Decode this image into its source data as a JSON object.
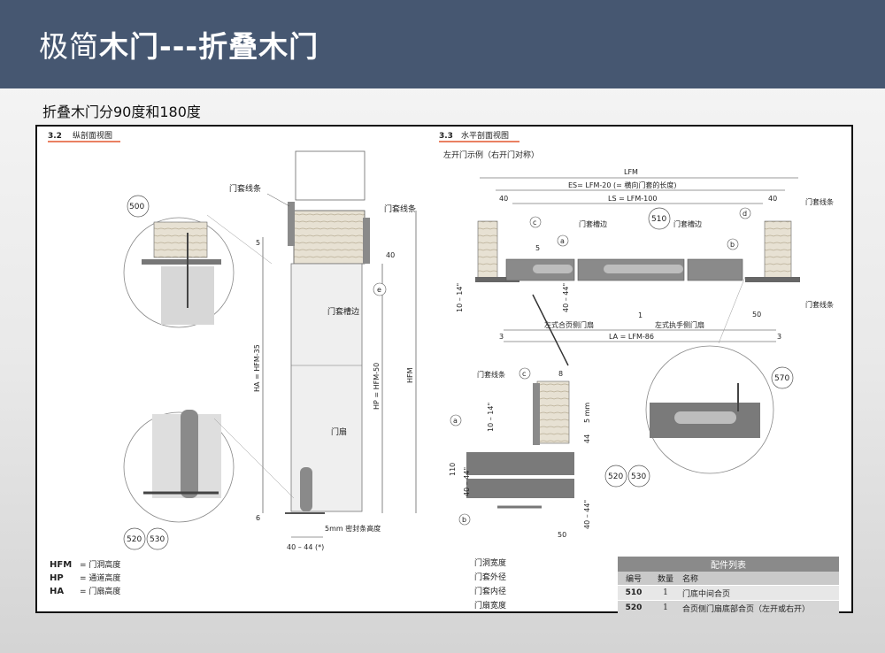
{
  "slide": {
    "title_light": "极简",
    "title_bold": "木门---折叠木门",
    "subtitle": "折叠木门分90度和180度"
  },
  "section_32": {
    "number": "3.2",
    "title": "纵剖面视图",
    "labels": {
      "door_trim_left": "门套线条",
      "door_trim_right": "门套线条",
      "door_frame_groove": "门套槽边",
      "door_leaf": "门扇",
      "seal_height": "5mm 密封条高度",
      "thickness": "40 – 44 (*)",
      "ha": "HA = HFM-35",
      "hp": "HP = HFM-50",
      "hfm": "HFM",
      "d5": "5",
      "d40": "40",
      "d6": "6",
      "e": "e",
      "n500": "500",
      "n520": "520",
      "n530": "530"
    },
    "abbreviations": [
      {
        "key": "HFM",
        "desc": "= 门洞高度"
      },
      {
        "key": "HP",
        "desc": "= 通道高度"
      },
      {
        "key": "HA",
        "desc": "= 门扇高度"
      }
    ]
  },
  "section_33": {
    "number": "3.3",
    "title": "水平剖面视图",
    "subtitle": "左开门示例（右开门对称）",
    "labels": {
      "lfm": "LFM",
      "es": "ES= LFM-20 (= 横向门套的长度)",
      "ls": "LS = LFM-100",
      "la": "LA = LFM-86",
      "d40a": "40",
      "d40b": "40",
      "d3a": "3",
      "d3b": "3",
      "d1": "1",
      "d50": "50",
      "d5": "5",
      "d10_14": "10 – 14\"",
      "d40_44": "40 – 44\"",
      "groove_a": "门套槽边",
      "groove_b": "门套槽边",
      "trim_r1": "门套线条",
      "trim_r2": "门套线条",
      "hinge_side": "左式合页侧门扇",
      "handle_side": "左式执手侧门扇",
      "n510": "510",
      "a": "a",
      "b": "b",
      "c": "c",
      "d": "d"
    },
    "detail": {
      "trim": "门套线条",
      "c": "c",
      "a": "a",
      "b": "b",
      "d8": "8",
      "d5mm": "5 mm",
      "d10_14": "10 – 14\"",
      "d44": "44",
      "d110": "110",
      "d40_44a": "40 – 44\"",
      "d40_44b": "40 – 44\"",
      "d50": "50",
      "n520": "520",
      "n530": "530",
      "n570": "570"
    },
    "legend": [
      "门洞宽度",
      "门套外径",
      "门套内径",
      "门扇宽度"
    ]
  },
  "parts_list": {
    "caption": "配件列表",
    "headers": [
      "编号",
      "数量",
      "名称"
    ],
    "rows": [
      {
        "num": "510",
        "qty": "1",
        "name": "门底中间合页"
      },
      {
        "num": "520",
        "qty": "1",
        "name": "合页侧门扇底部合页（左开或右开）"
      }
    ]
  },
  "colors": {
    "header_bg": "#465771",
    "section_underline": "#e4572e",
    "panel_gray": "#8a8a8a"
  }
}
